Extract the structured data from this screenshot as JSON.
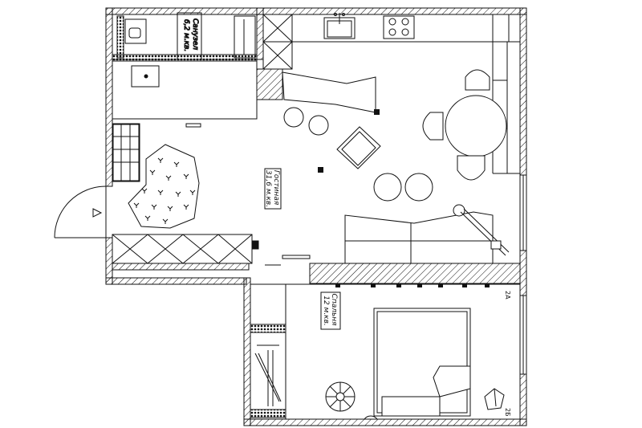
{
  "rooms": {
    "bathroom": {
      "name": "Санузел",
      "area": "6,2 м.кв."
    },
    "living": {
      "name": "Гостиная",
      "area": "31,6 м.кв."
    },
    "bedroom": {
      "name": "Спальня",
      "area": "12 м.кв."
    }
  },
  "markers": {
    "a": "2А",
    "b": "2Б"
  },
  "colors": {
    "line": "#111111",
    "wall_hatch": "#111111",
    "background": "#ffffff"
  }
}
